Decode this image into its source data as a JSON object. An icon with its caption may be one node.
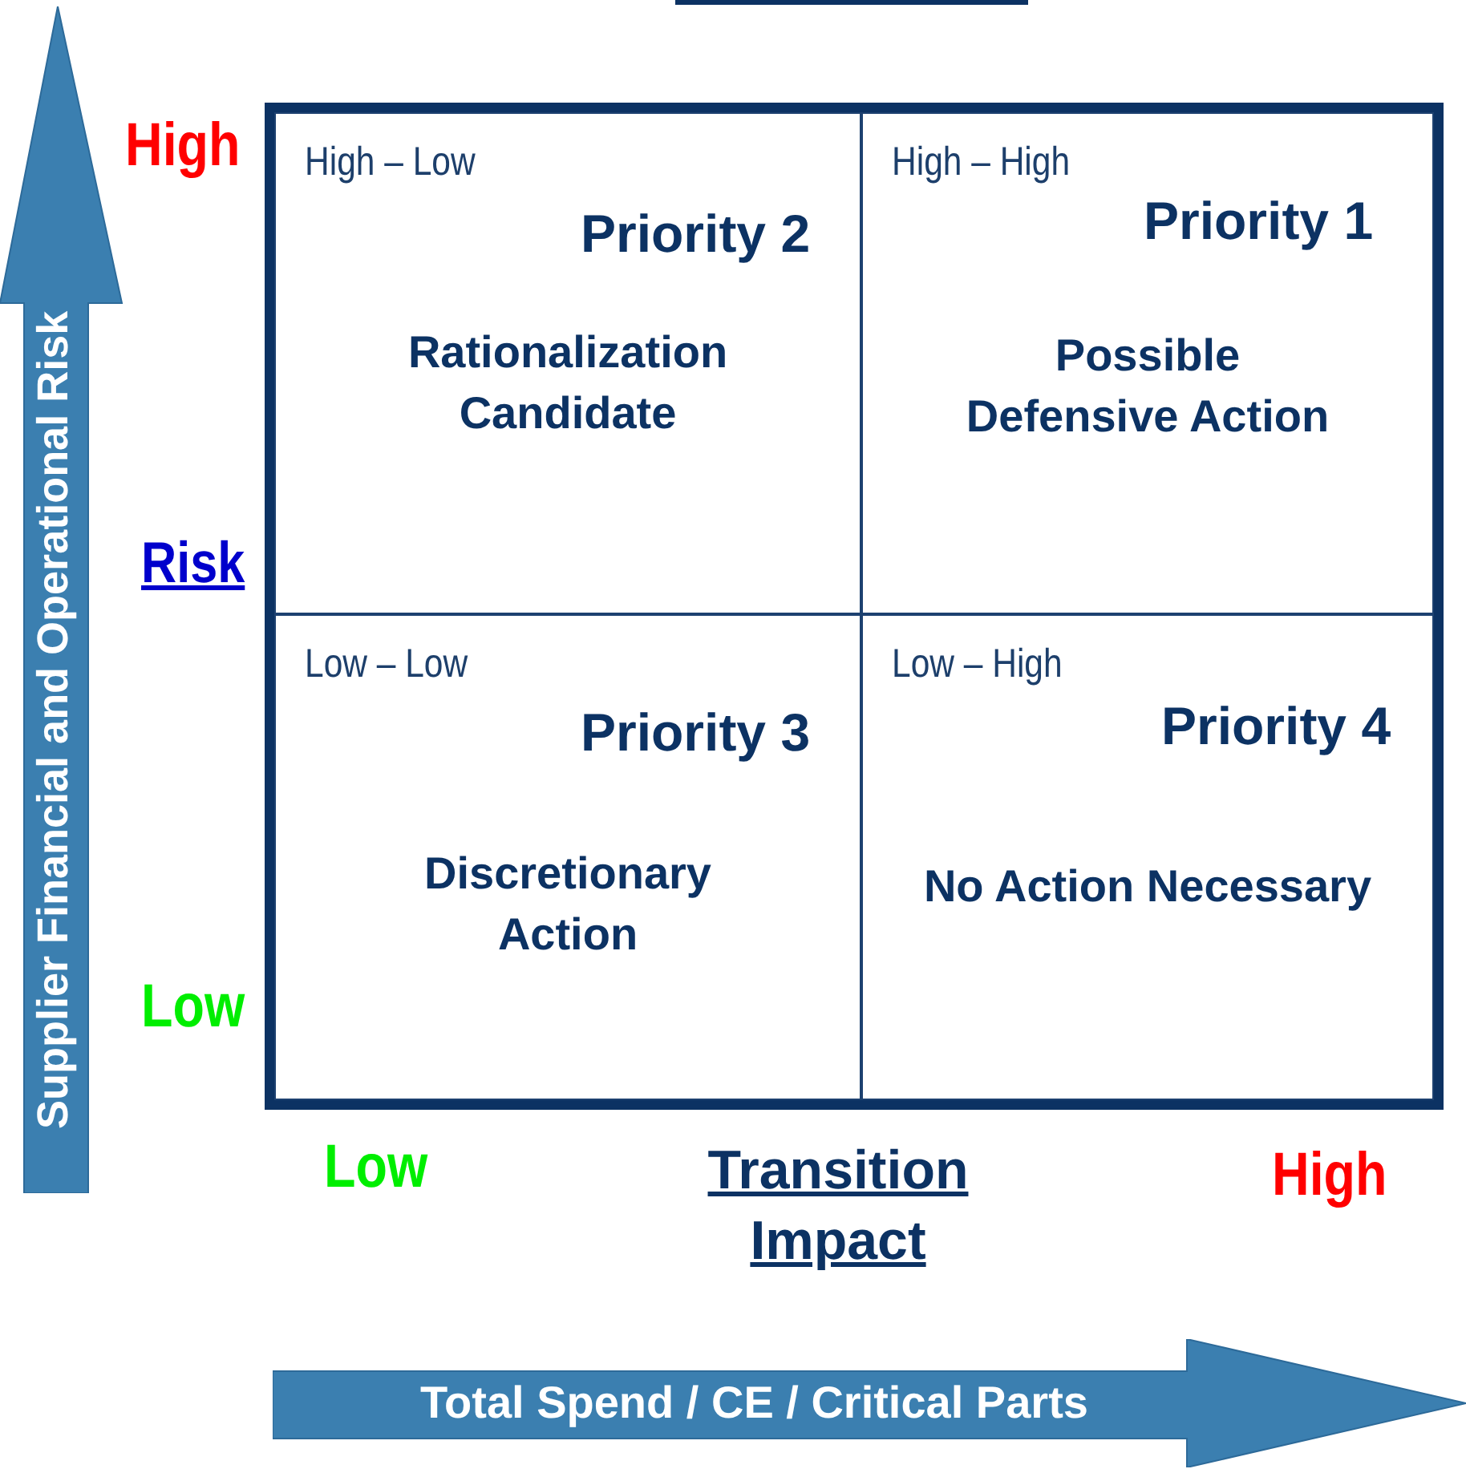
{
  "diagram": {
    "nodes": [
      {
        "text": [],
        "shape": "box"
      },
      {
        "text": [
          "High – Low",
          "Priority 2",
          "Rationalization Candidate"
        ],
        "in": 0
      },
      {
        "text": [
          "High – High",
          "Priority 1",
          "Possible Defensive Action"
        ],
        "in": 0
      },
      {
        "text": [
          "Low – Low",
          "Priority 3",
          "Discretionary Action"
        ],
        "in": 0
      },
      {
        "text": [
          "Low – High",
          "Priority 4",
          "No Action Necessary"
        ],
        "in": 0
      },
      {
        "text": [
          "Supplier Financial and Operational Risk"
        ]
      },
      {
        "text": [
          "Total Spend / CE / Critical Parts"
        ]
      }
    ],
    "labels": [
      "High",
      "Risk",
      "Low",
      "Low",
      "Transition Impact",
      "High"
    ]
  }
}
